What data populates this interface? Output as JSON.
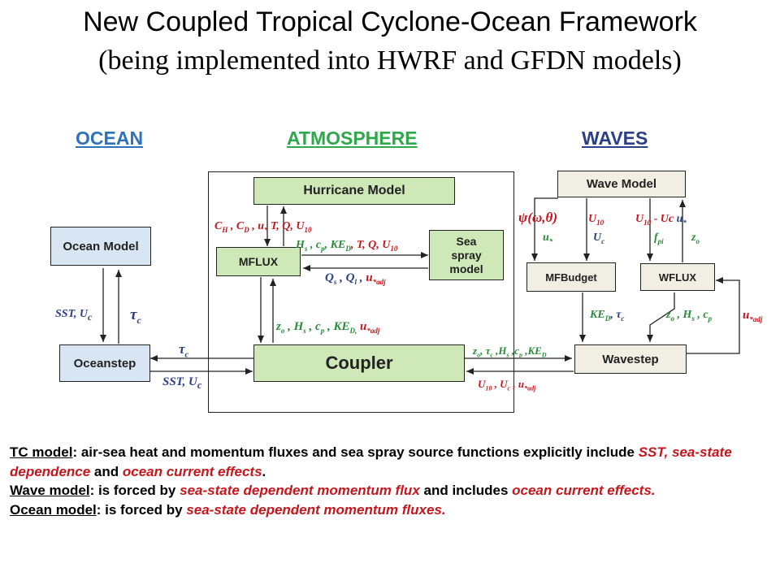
{
  "title": {
    "line1": "New Coupled Tropical Cyclone-Ocean Framework",
    "line2": "(being implemented into HWRF and GFDN models)"
  },
  "headings": {
    "ocean": "OCEAN",
    "atmosphere": "ATMOSPHERE",
    "waves": "WAVES"
  },
  "colors": {
    "ocean_heading": "#2e73b8",
    "atmosphere_heading": "#2ea84a",
    "waves_heading": "#2b3f86",
    "label_red": "#c4161c",
    "label_green": "#2a8a3a",
    "label_navy": "#2b3f86",
    "box_blue": "#d8e6f4",
    "box_green": "#cfe8b8",
    "box_beige": "#f1eee4"
  },
  "boxes": {
    "ocean_model": "Ocean Model",
    "oceanstep": "Oceanstep",
    "hurricane_model": "Hurricane Model",
    "mflux": "MFLUX",
    "sea_spray": "Sea spray model",
    "coupler": "Coupler",
    "wave_model": "Wave Model",
    "mfbudget": "MFBudget",
    "wflux": "WFLUX",
    "wavestep": "Wavestep"
  },
  "labels": {
    "ocean_sst_uc": "SST, U",
    "ocean_sst_uc_sub": "c",
    "ocean_tau": "τ",
    "ocean_tau_sub": "c",
    "coupler_tau": "τ",
    "coupler_tau_sub": "c",
    "coupler_sst": "SST,  U",
    "coupler_sst_sub": "c",
    "atm_red_top": "C",
    "atm_red_top_a": "H",
    "atm_red_top_b": " , C",
    "atm_red_top_c": "D",
    "atm_red_top_d": " , u",
    "atm_red_top_e": "*",
    "atm_red_top_f": "   T, Q, U",
    "atm_red_top_g": "10",
    "atm_green_flux": "H",
    "atm_green_flux_1": "s",
    "atm_green_flux_2": " , c",
    "atm_green_flux_3": "p",
    "atm_green_flux_4": ", KE",
    "atm_green_flux_5": "D",
    "atm_red_flux": ", T, Q, U",
    "atm_red_flux_sub": "10",
    "atm_navy_q": "Q",
    "atm_navy_q_1": "s",
    "atm_navy_q_2": " , Q",
    "atm_navy_q_3": "l",
    "atm_navy_q_4": " , ",
    "atm_red_ustar": "u",
    "atm_red_ustar_sub": "*adj",
    "atm_green_zo": "z",
    "atm_green_zo_1": "o",
    "atm_green_zo_2": " , H",
    "atm_green_zo_3": "s",
    "atm_green_zo_4": " , c",
    "atm_green_zo_5": "p",
    "atm_green_zo_6": " , KE",
    "atm_green_zo_7": "D,",
    "atm_red_zo": " u",
    "atm_red_zo_sub": "*adj",
    "wave_psi": "ψ(ω,θ)",
    "wave_u10": "U",
    "wave_u10_sub": "10",
    "wave_u10_uc": "U",
    "wave_u10_uc_sub": "10",
    "wave_u10_uc_b": " - U",
    "wave_u10_uc_c": "c",
    "wave_u10_uc_d": " u",
    "wave_u10_uc_e": "*",
    "wave_ustar": "u",
    "wave_ustar_sub": "*",
    "wave_uc": "U",
    "wave_uc_sub": "c",
    "wave_fpi": "f",
    "wave_fpi_sub": "pi",
    "wave_zo": "z",
    "wave_zo_sub": "o",
    "wave_ked": "KE",
    "wave_ked_sub": "D",
    "wave_ked_tau": ", τ",
    "wave_ked_tau_sub": "c",
    "wave_zo_hs": "z",
    "wave_zo_hs_1": "o",
    "wave_zo_hs_2": " , H",
    "wave_zo_hs_3": "s",
    "wave_zo_hs_4": " , c",
    "wave_zo_hs_5": "p",
    "wave_uadj": "u",
    "wave_uadj_sub": "*adj",
    "coup_wave_top": "z",
    "coup_wave_top_1": "o",
    "coup_wave_top_2": ", τ",
    "coup_wave_top_3": "c",
    "coup_wave_top_4": " ,H",
    "coup_wave_top_5": "s",
    "coup_wave_top_6": " ,c",
    "coup_wave_top_7": "p",
    "coup_wave_top_8": " ,KE",
    "coup_wave_top_9": "D",
    "coup_wave_bot": "U",
    "coup_wave_bot_1": "10",
    "coup_wave_bot_2": " , U",
    "coup_wave_bot_3": "c",
    "coup_wave_bot_4": " , u",
    "coup_wave_bot_5": "*adj"
  },
  "notes": {
    "tc_label": "TC model",
    "tc_text1": ": air-sea heat and momentum fluxes and sea spray  source functions explicitly include ",
    "tc_it1": "SST, sea-state dependence",
    "tc_text2": " and ",
    "tc_it2": "ocean current effects",
    "tc_text3": ".",
    "wave_label": "Wave model",
    "wave_text1": ": is forced by ",
    "wave_it1": "sea-state dependent momentum flux",
    "wave_text2": " and includes ",
    "wave_it2": "ocean current effects.",
    "ocean_label": "Ocean model",
    "ocean_text1": ": is forced by ",
    "ocean_it1": "sea-state dependent momentum fluxes."
  }
}
